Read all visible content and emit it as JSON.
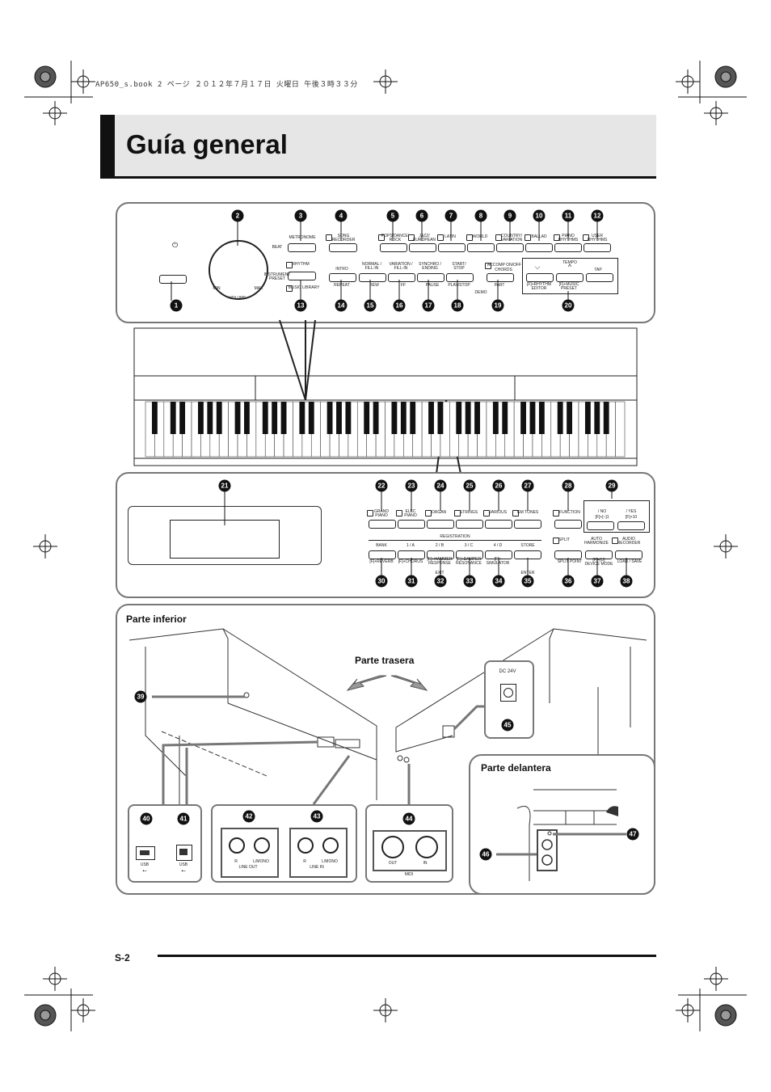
{
  "header_line": "AP650_s.book  2 ページ  ２０１２年７月１７日  火曜日  午後３時３３分",
  "title": "Guía general",
  "page_number": "S-2",
  "top_panel": {
    "metronome": "METRONOME",
    "beat": "BEAT",
    "song_recorder": "SONG\nRECORDER",
    "rhythm": "RHYTHM",
    "instrument_preset": "INSTRUMENT\nPRESET",
    "music_library": "MUSIC LIBRARY",
    "volume": "VOLUME",
    "min": "MIN",
    "max": "MAX",
    "intro": "INTRO",
    "repeat": "REPEAT",
    "normal_fill": "NORMAL /\nFILL-IN",
    "rew": "REW",
    "variation_fill": "VARIATION /\nFILL-IN",
    "ff": "FF",
    "synchro": "SYNCHRO /\nENDING",
    "pause": "PAUSE",
    "start_stop": "START/\nSTOP",
    "play_stop": "PLAY/STOP",
    "accomp": "ACCOMP ON/OFF",
    "chords": "CHORDS",
    "part": "PART",
    "demo": "DEMO",
    "tempo": "TEMPO",
    "tap": "TAP",
    "rhythm_editor": "[F]+RHYTHM\nEDITOR",
    "music_preset": "[F]+MUSIC\nPRESET",
    "category_buttons": [
      "POPS/DANCE/\nROCK",
      "JAZZ/\nEUROPEAN",
      "LATIN",
      "WORLD",
      "COUNTRY/\nVARIATION",
      "BALLAD",
      "PIANO\nRHYTHMS",
      "USER\nRHYTHMS"
    ]
  },
  "bottom_panel": {
    "tone_buttons": [
      "GRAND\nPIANO",
      "ELEC\nPIANO",
      "ORGAN",
      "STRINGS",
      "VARIOUS",
      "GM TONES"
    ],
    "function": "FUNCTION",
    "no": "/ NO",
    "yes": "/ YES",
    "minus1": "[F]+[–]1",
    "plus10": "[F]+10",
    "registration": "REGISTRATION",
    "reg_buttons": [
      "BANK",
      "1 / A",
      "2 / B",
      "3 / C",
      "4 / D",
      "STORE"
    ],
    "reg_sub": [
      "[F]+REVERB",
      "[F]+CHORUS",
      "[F]+HAMMER\nRESPONSE",
      "[F]+DAMPER\nRESONANCE",
      "[F]+\nSIMULATOR",
      ""
    ],
    "exit": "EXIT",
    "enter": "ENTER",
    "split": "SPLIT",
    "split_point": "SPLIT POINT",
    "auto_harmonize": "AUTO\nHARMONIZE",
    "device_mode": "[F]+[U]\nDEVICE MODE",
    "audio_recorder": "AUDIO\nRECORDER",
    "load_save": "LOAD / SAVE"
  },
  "under_panel": {
    "parte_inferior": "Parte inferior",
    "parte_trasera": "Parte trasera",
    "parte_delantera": "Parte delantera",
    "dc": "DC 24V",
    "usb": "USB",
    "line_out": "LINE OUT",
    "line_in": "LINE IN",
    "r": "R",
    "l_mono": "L/MONO",
    "midi": "MIDI",
    "out": "OUT",
    "in": "IN"
  },
  "callouts": [
    "1",
    "2",
    "3",
    "4",
    "5",
    "6",
    "7",
    "8",
    "9",
    "10",
    "11",
    "12",
    "13",
    "14",
    "15",
    "16",
    "17",
    "18",
    "19",
    "20",
    "21",
    "22",
    "23",
    "24",
    "25",
    "26",
    "27",
    "28",
    "29",
    "30",
    "31",
    "32",
    "33",
    "34",
    "35",
    "36",
    "37",
    "38",
    "39",
    "40",
    "41",
    "42",
    "43",
    "44",
    "45",
    "46",
    "47"
  ]
}
